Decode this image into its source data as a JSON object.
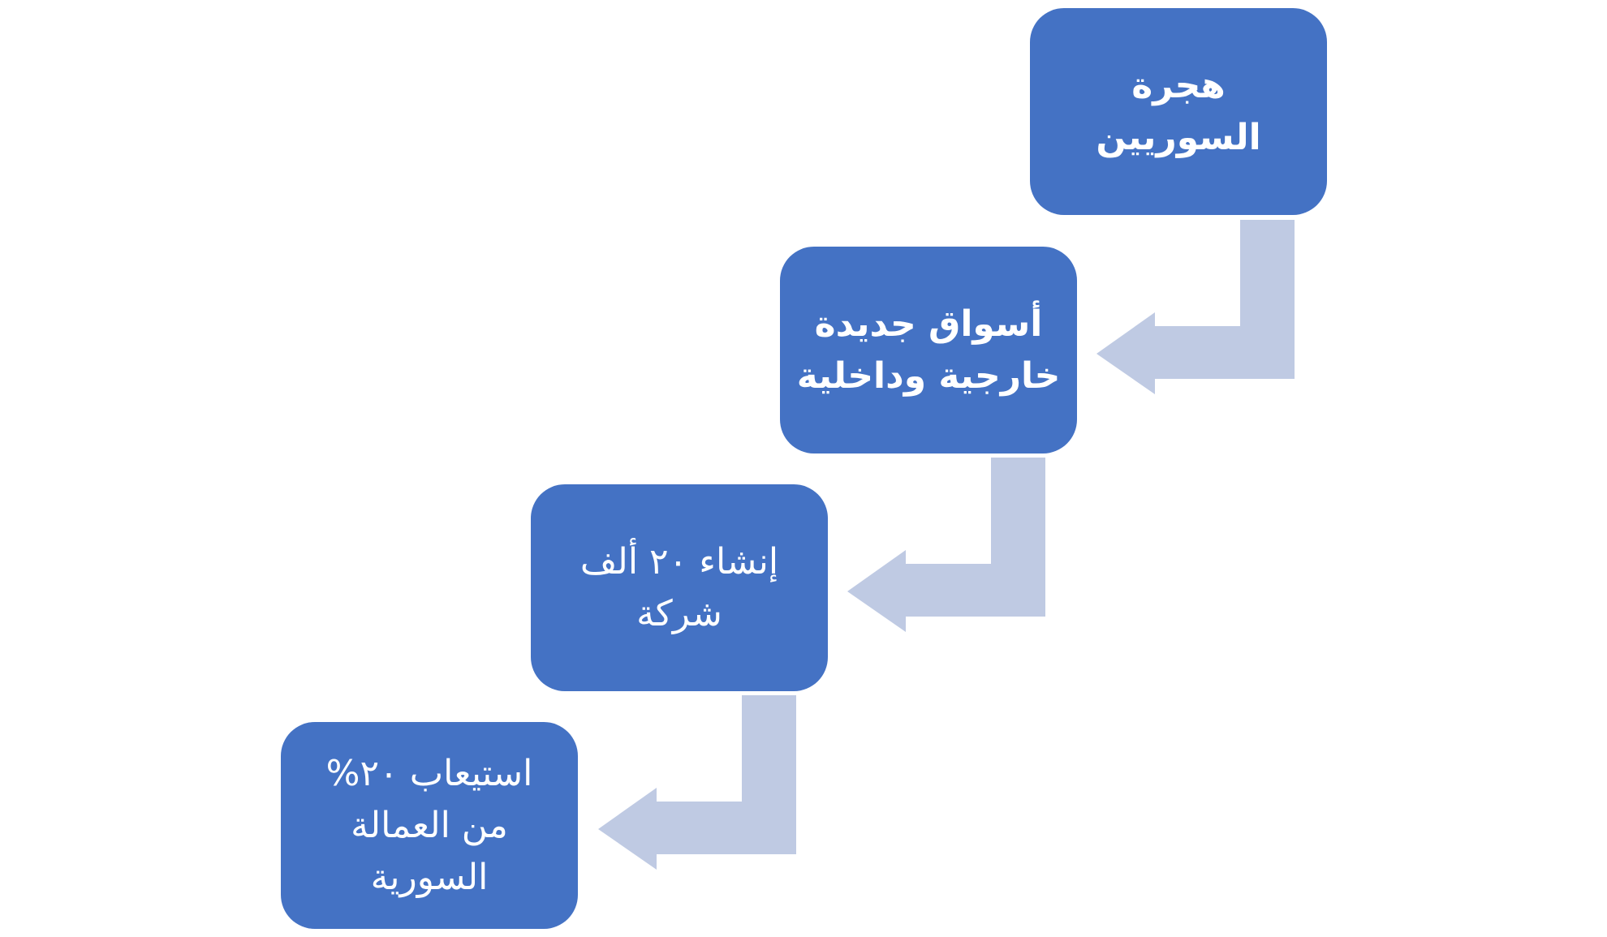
{
  "colors": {
    "box": "#4472C4",
    "arrow": "#BFCAE3",
    "text": "#FFFFFF"
  },
  "steps": [
    {
      "lines": [
        "هجرة",
        "السوريين"
      ]
    },
    {
      "lines": [
        "أسواق جديدة",
        "خارجية وداخلية"
      ]
    },
    {
      "lines": [
        "إنشاء ٢٠ ألف",
        "شركة"
      ]
    },
    {
      "lines": [
        "استيعاب ٢٠%",
        "من العمالة",
        "السورية"
      ]
    }
  ]
}
